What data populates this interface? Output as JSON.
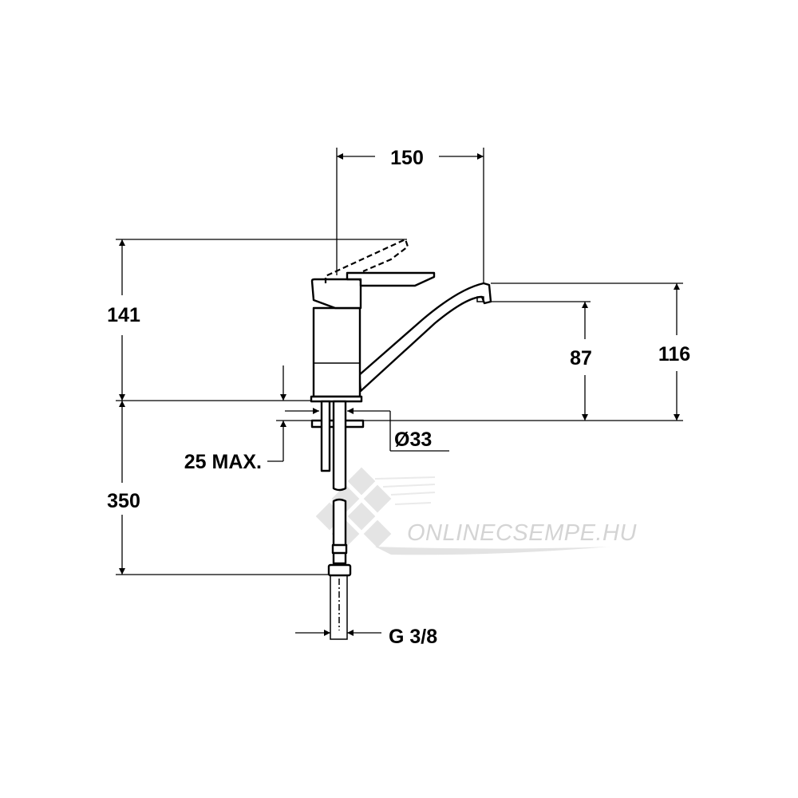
{
  "dimensions": {
    "spout_reach": "150",
    "total_height": "141",
    "spout_height": "116",
    "outlet_height": "87",
    "hose_length": "350",
    "deck_thickness": "25 MAX.",
    "hole_diameter": "Ø33",
    "connection": "G 3/8"
  },
  "watermark": {
    "text": "ONLINECSEMPE.HU"
  },
  "colors": {
    "line": "#000000",
    "watermark": "#d4d4d4"
  }
}
